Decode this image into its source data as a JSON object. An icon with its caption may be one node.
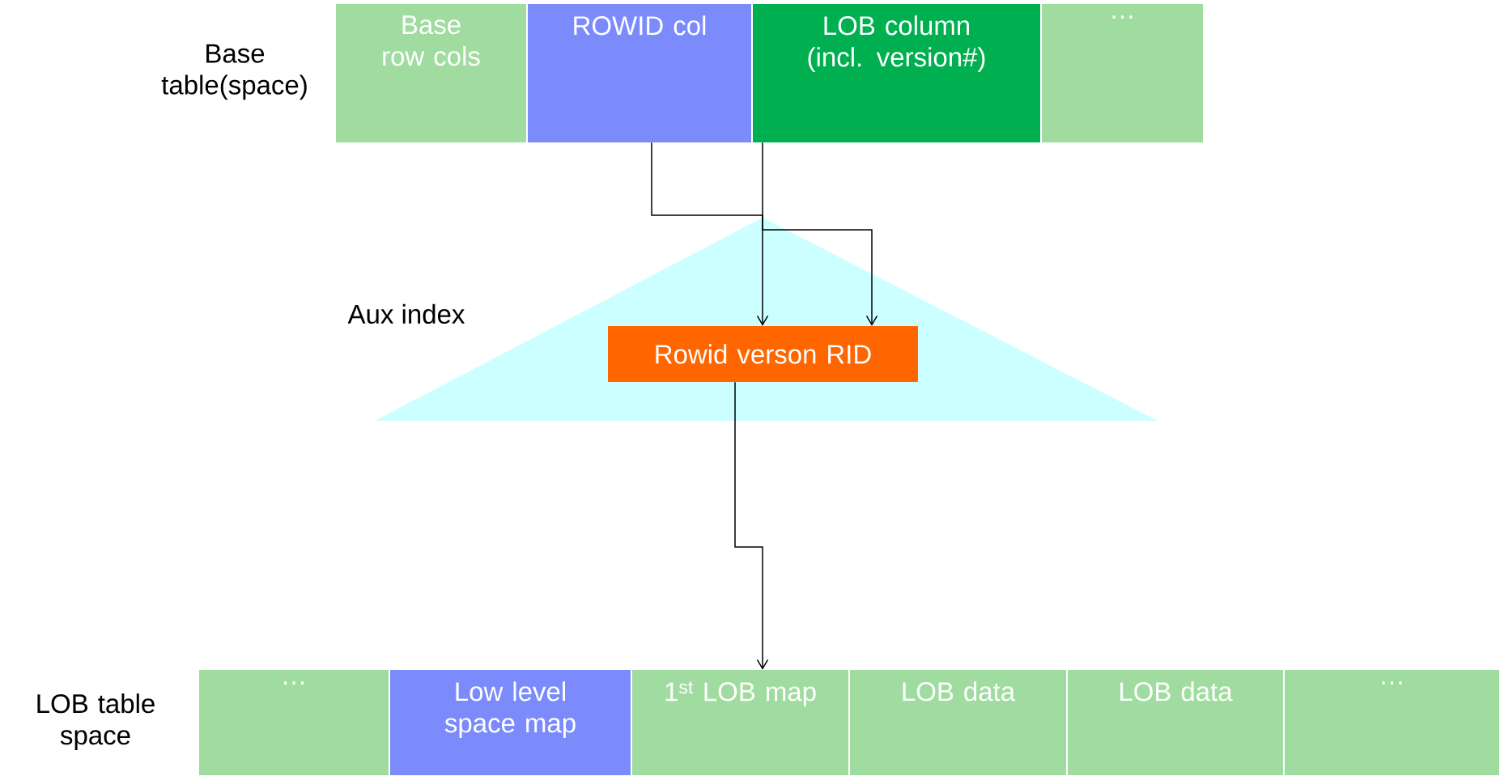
{
  "diagram": {
    "nodes": [
      {
        "text": [
          "Base row cols"
        ]
      },
      {
        "text": [
          "ROWID col"
        ]
      },
      {
        "text": [
          "LOB column (incl. version#)"
        ]
      },
      {
        "text": [
          "…"
        ]
      },
      {
        "text": [
          "Aux index"
        ]
      },
      {
        "text": [
          "Rowid verson RID"
        ],
        "in": 4
      },
      {
        "text": [
          "…"
        ]
      },
      {
        "text": [
          "Low level space map"
        ]
      },
      {
        "text": [
          "1$^{st}$ LOB map"
        ]
      },
      {
        "text": [
          "LOB data"
        ]
      },
      {
        "text": [
          "LOB data"
        ]
      },
      {
        "text": [
          "…"
        ]
      }
    ],
    "edges": [
      {
        "from": 1,
        "to": 5,
        "arrow": "to"
      },
      {
        "from": 2,
        "to": 5,
        "arrow": "to"
      },
      {
        "from": 5,
        "to": 8,
        "arrow": "to"
      }
    ],
    "labels": [
      "Base table(space)",
      "LOB table space"
    ]
  }
}
